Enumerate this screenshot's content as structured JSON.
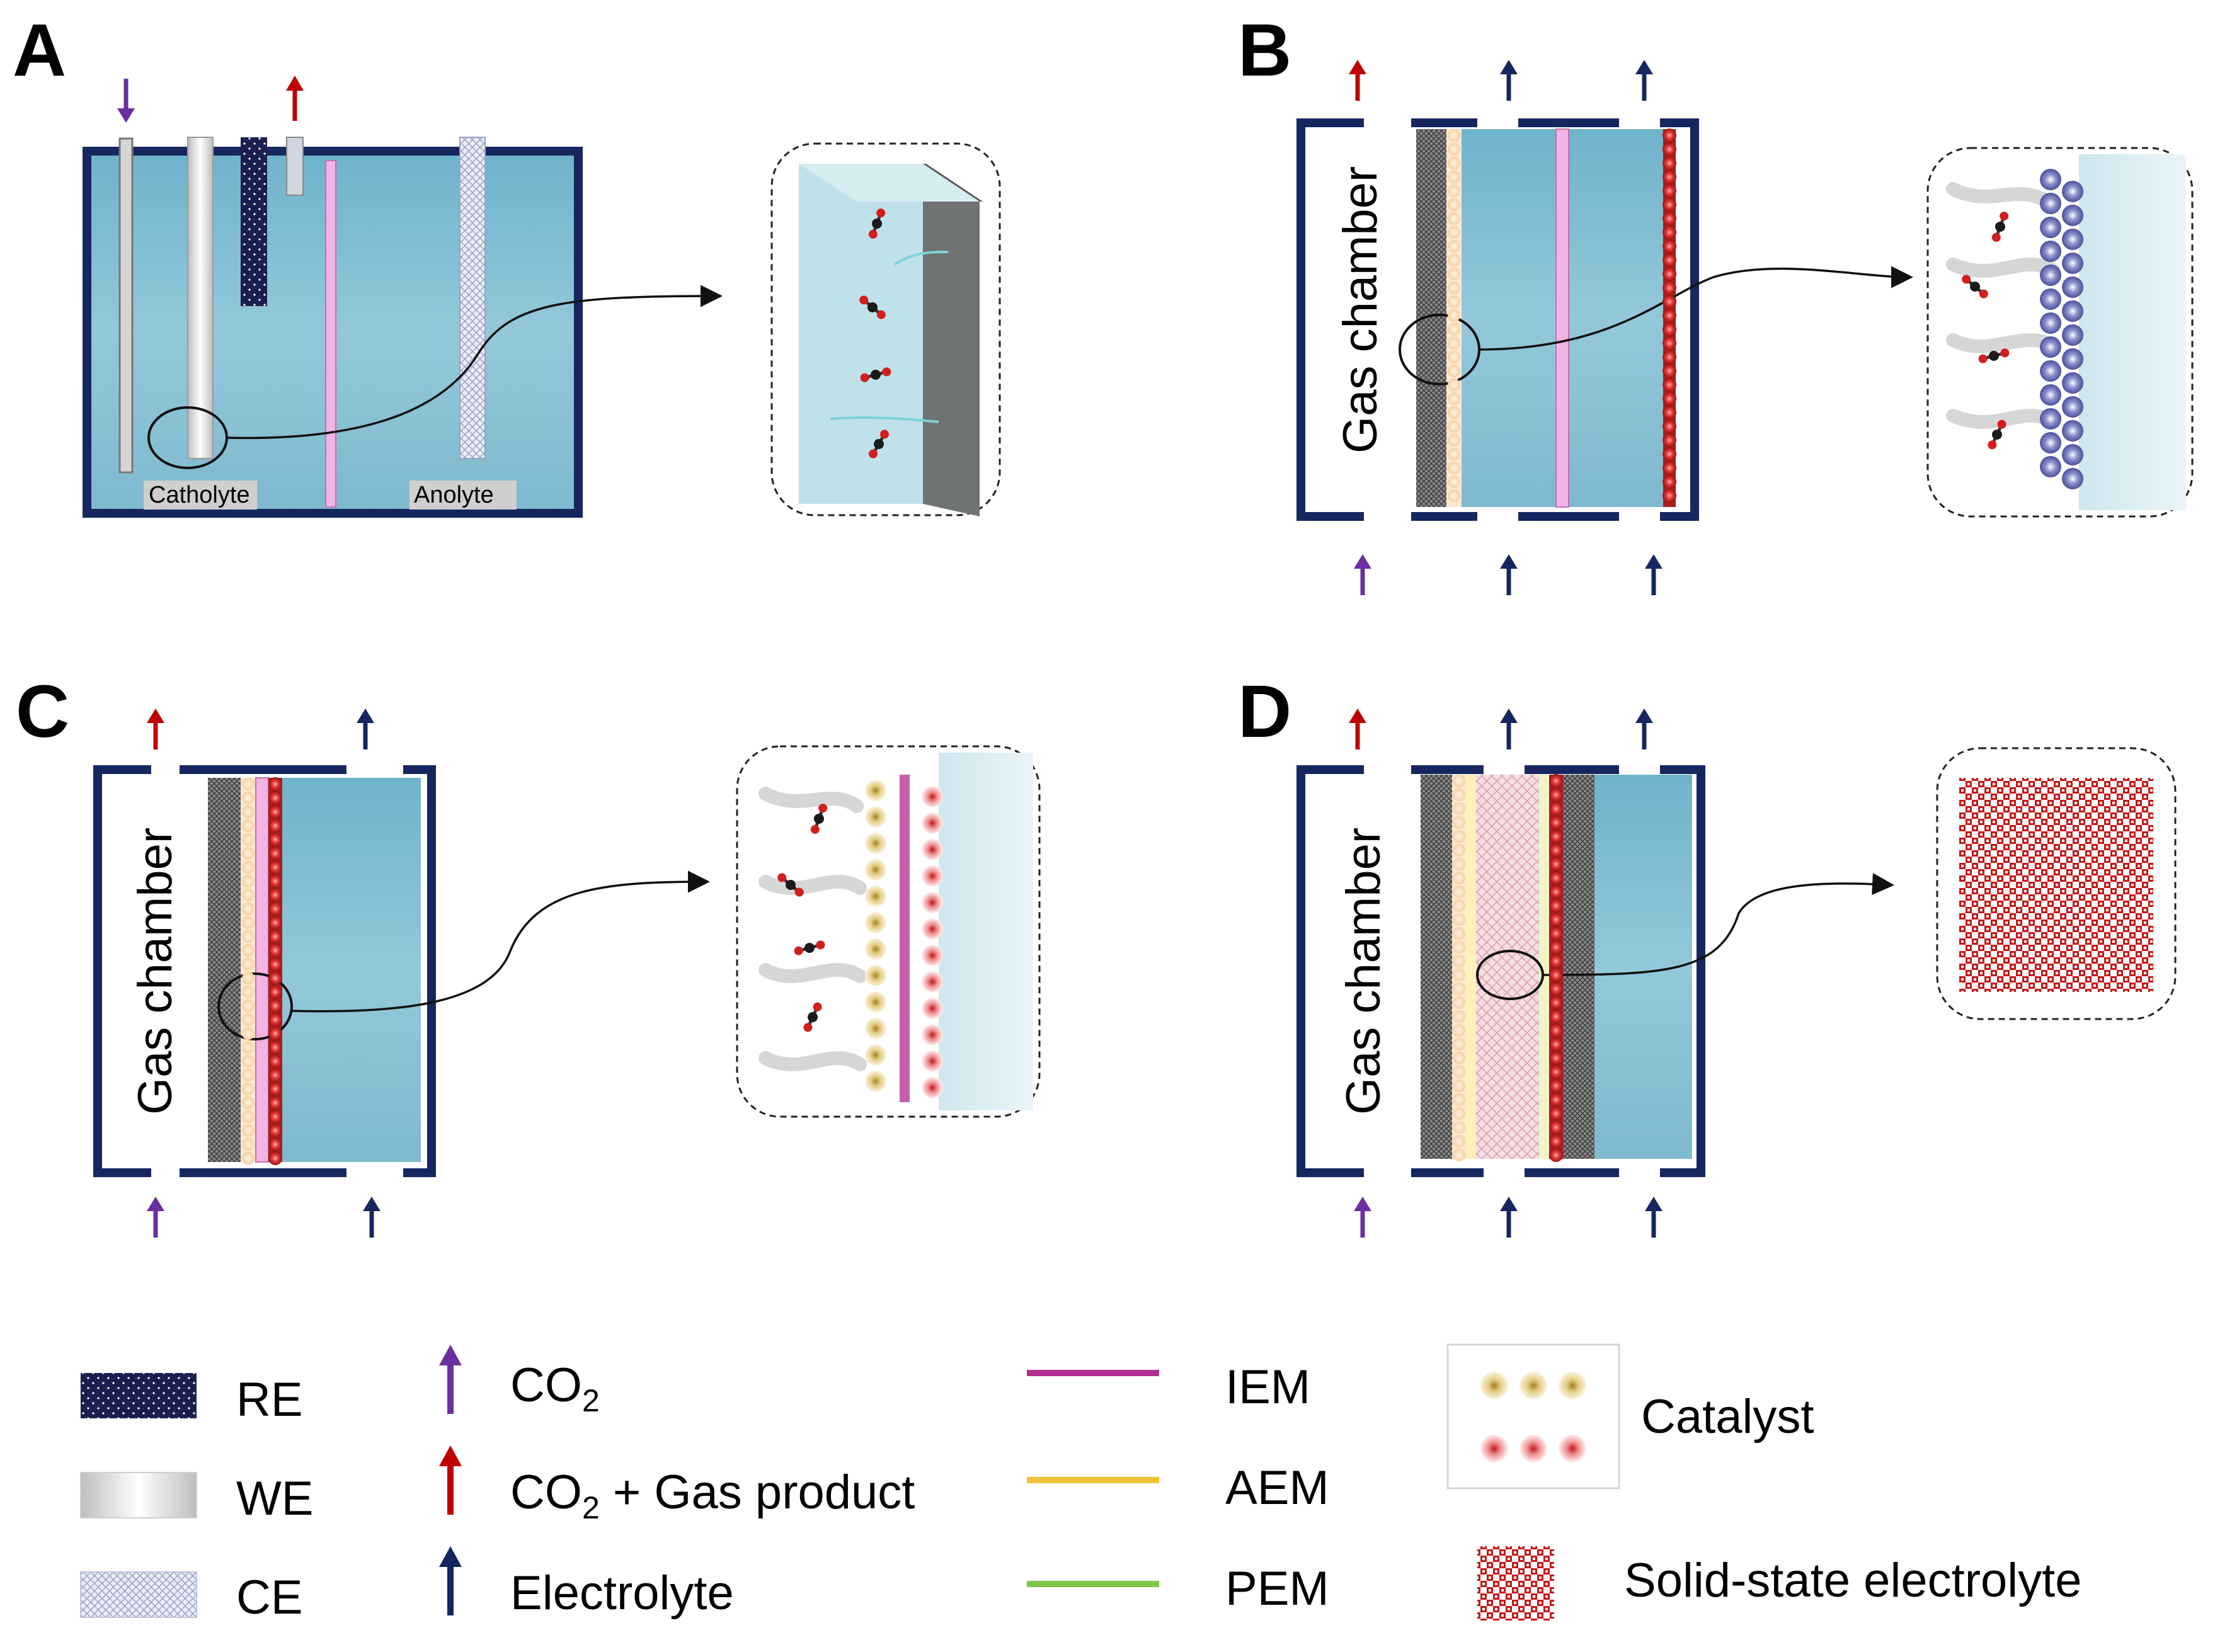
{
  "panels": {
    "A": {
      "letter": "A",
      "catholyte": "Catholyte",
      "anolyte": "Anolyte"
    },
    "B": {
      "letter": "B",
      "chamber": "Gas chamber"
    },
    "C": {
      "letter": "C",
      "chamber": "Gas chamber"
    },
    "D": {
      "letter": "D",
      "chamber": "Gas chamber"
    }
  },
  "legend": {
    "re": "RE",
    "we": "WE",
    "ce": "CE",
    "co2_main": "CO",
    "co2_sub": "2",
    "co2gas_main": "CO",
    "co2gas_sub": "2",
    "co2gas_rest": " + Gas product",
    "electrolyte": "Electrolyte",
    "iem": "IEM",
    "aem": "AEM",
    "pem": "PEM",
    "catalyst": "Catalyst",
    "solid": "Solid-state electrolyte"
  },
  "colors": {
    "frame": "#16275f",
    "co2_arrow": "#6b2fa0",
    "product_arrow": "#c00000",
    "electrolyte_arrow": "#16275f",
    "water": "#8fc6d8",
    "iem": "#b0308f",
    "aem": "#f2c338",
    "pem": "#7cc84a",
    "catalyst_red": "#c01a1a",
    "catalyst_gold": "#d8b65a"
  }
}
